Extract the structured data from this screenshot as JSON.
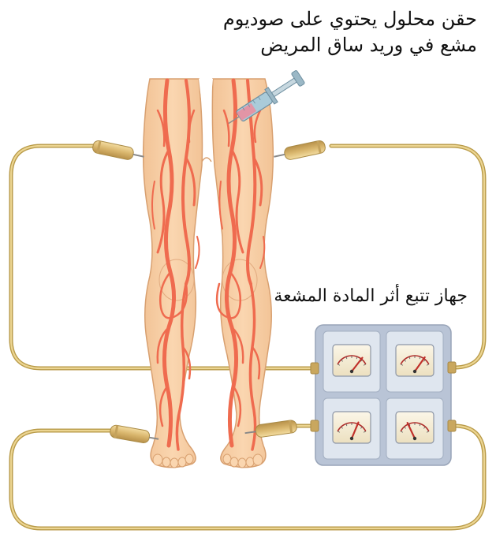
{
  "labels": {
    "injection_caption_line1": "حقن محلول يحتوي على صوديوم",
    "injection_caption_line2": "مشع في وريد ساق المريض",
    "tracer_device": "جهاز تتبع أثر المادة المشعة"
  },
  "colors": {
    "skin": "#f7cfa4",
    "skin_outline": "#d8a070",
    "vein": "#ef6b4f",
    "vein_outline": "#d24a34",
    "tube": "#e0c67a",
    "tube_outline": "#b89a48",
    "probe": "#d9b66d",
    "device_panel": "#b9c4d6",
    "meter_face": "#f4ecd6",
    "needle": "#c0302a",
    "syringe_body": "#aacbd9",
    "syringe_fluid": "#e88fa0"
  },
  "icons": {
    "syringe": "syringe-icon",
    "meter": "gauge-icon",
    "probe": "detector-probe-icon"
  },
  "gauges": [
    {
      "name": "gauge-top-left",
      "reading": 0.8
    },
    {
      "name": "gauge-top-right",
      "reading": 0.78
    },
    {
      "name": "gauge-bottom-left",
      "reading": 0.68
    },
    {
      "name": "gauge-bottom-right",
      "reading": 0.3
    }
  ]
}
